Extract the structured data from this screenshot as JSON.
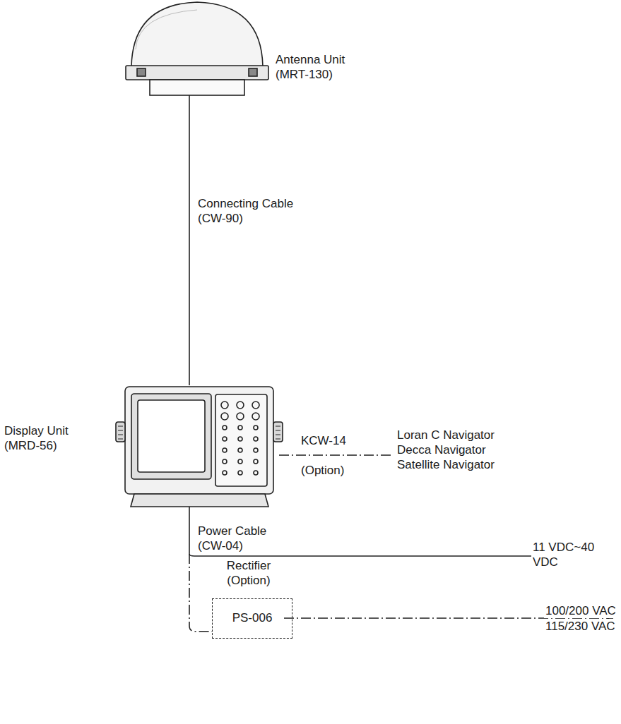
{
  "diagram": {
    "nodes": [
      {
        "text": [
          "Antenna Unit (MRT-130)"
        ]
      },
      {
        "text": [
          "Display Unit (MRD-56)"
        ]
      },
      {
        "text": [
          "Rectifier (Option)",
          "PS-006"
        ]
      }
    ],
    "edges": [
      {
        "from": 0,
        "to": 1,
        "label": "Connecting Cable (CW-90)",
        "arrow": "none"
      },
      {
        "from": 1,
        "to": 2,
        "label": "Power Cable (CW-04)",
        "arrow": "none"
      }
    ],
    "labels": [
      "KCW-14",
      "(Option)",
      "Loran C Navigator",
      "Decca Navigator",
      "Satellite Navigator",
      "11 VDC~40 VDC",
      "100/200 VAC",
      "115/230 VAC"
    ]
  }
}
